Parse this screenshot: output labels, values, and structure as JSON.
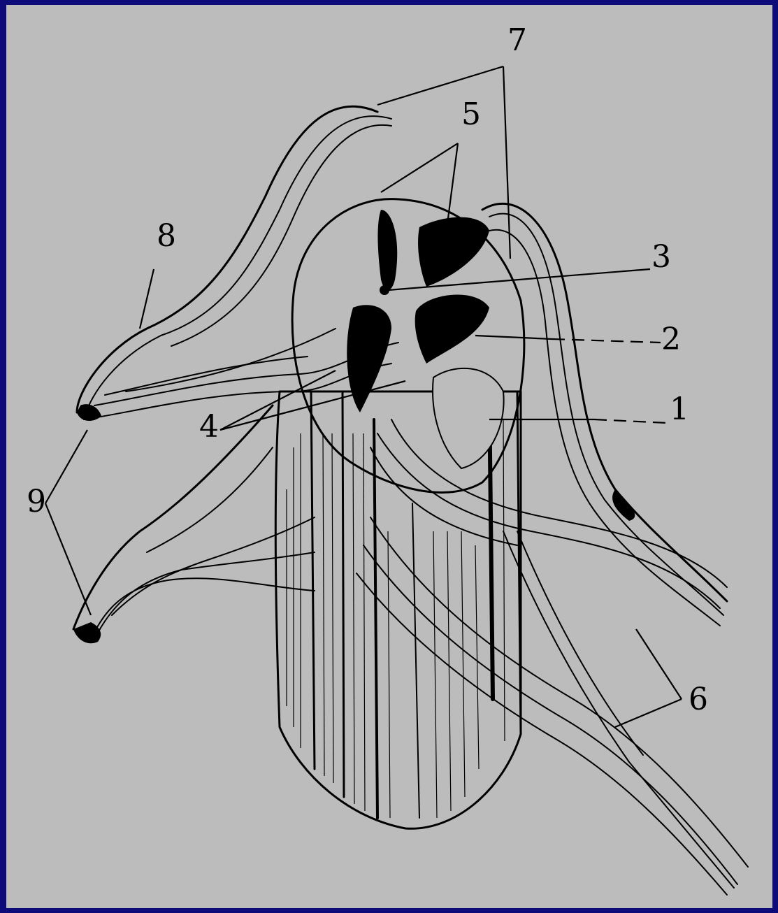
{
  "colors": {
    "border": "#0d0a7a",
    "background": "#bcbcbc",
    "ink": "#000000"
  },
  "labels": {
    "l1": "1",
    "l2": "2",
    "l3": "3",
    "l4": "4",
    "l5": "5",
    "l6": "6",
    "l7": "7",
    "l8": "8",
    "l9": "9"
  }
}
